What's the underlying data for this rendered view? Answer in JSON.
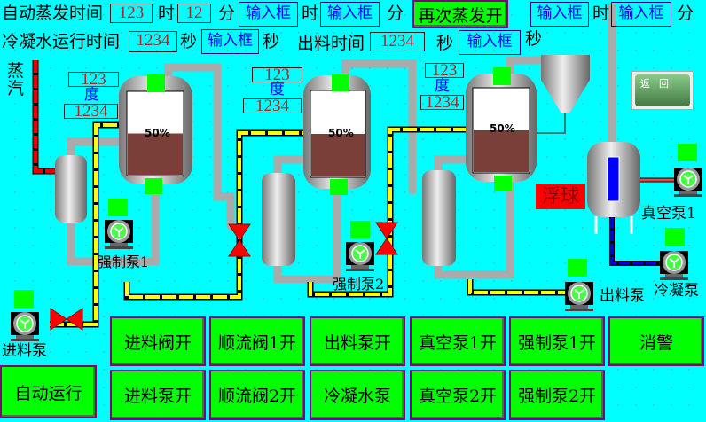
{
  "header": {
    "evap_time_label": "自动蒸发时间",
    "evap_hour": "123",
    "hour_unit": "时",
    "evap_min": "12",
    "min_unit": "分",
    "input_placeholder": "输入框",
    "re_evap_button": "再次蒸发开",
    "cond_time_label": "冷凝水运行时间",
    "cond_sec": "1234",
    "sec_unit": "秒",
    "discharge_time_label": "出料时间",
    "discharge_sec": "1234"
  },
  "vessels": [
    {
      "temp": "123",
      "unit": "度",
      "value2": "1234",
      "level_pct": 50,
      "level_text": "50%"
    },
    {
      "temp": "123",
      "unit": "度",
      "value2": "1234",
      "level_pct": 50,
      "level_text": "50%"
    },
    {
      "temp": "123",
      "unit": "度",
      "value2": "1234",
      "level_pct": 50,
      "level_text": "50%"
    }
  ],
  "labels": {
    "steam": "蒸汽",
    "float": "浮球",
    "vacuum_pump1": "真空泵1",
    "condense_pump": "冷凝泵",
    "discharge_pump": "出料泵",
    "force_pump1": "强制泵1",
    "force_pump2": "强制泵2",
    "feed_pump": "进料泵",
    "back": "返回",
    "back_a": "返",
    "back_b": "回"
  },
  "buttons": {
    "row1": [
      "进料阀开",
      "顺流阀1开",
      "出料泵开",
      "真空泵1开",
      "强制泵1开",
      "消警"
    ],
    "row2": [
      "进料泵开",
      "顺流阀2开",
      "冷凝水泵",
      "真空泵2开",
      "强制泵2开"
    ],
    "auto": "自动运行"
  },
  "colors": {
    "bg": "#00ffff",
    "button": "#00ff00",
    "liquid": "#7b3f3a",
    "alarm": "#ff0000"
  }
}
